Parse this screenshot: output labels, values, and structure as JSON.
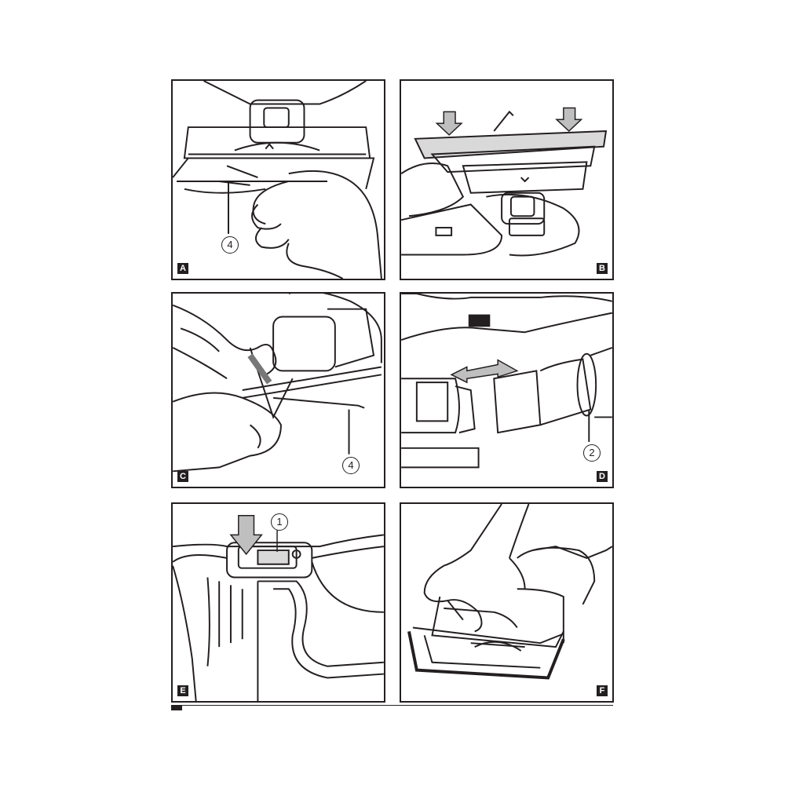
{
  "panels": {
    "a": {
      "label": "A",
      "callout": "4"
    },
    "b": {
      "label": "B"
    },
    "c": {
      "label": "C",
      "callout": "4"
    },
    "d": {
      "label": "D",
      "callout": "2"
    },
    "e": {
      "label": "E",
      "callout": "1"
    },
    "f": {
      "label": "F"
    }
  },
  "icons": [
    "sander-illustration",
    "hand-illustration",
    "press-arrow",
    "double-arrow"
  ],
  "colors": {
    "ink": "#231f20",
    "paper": "#ffffff"
  }
}
